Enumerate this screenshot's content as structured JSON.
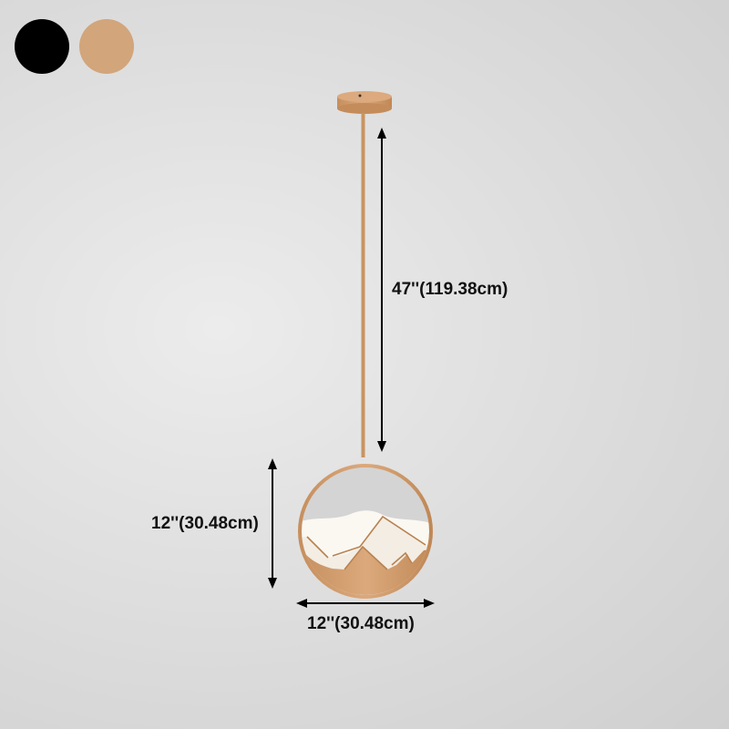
{
  "color_options": [
    {
      "name": "black",
      "color": "#000000"
    },
    {
      "name": "gold",
      "color": "#d2a57b"
    }
  ],
  "dimensions": {
    "hanging_length": "47''(119.38cm)",
    "height": "12''(30.48cm)",
    "width": "12''(30.48cm)"
  }
}
